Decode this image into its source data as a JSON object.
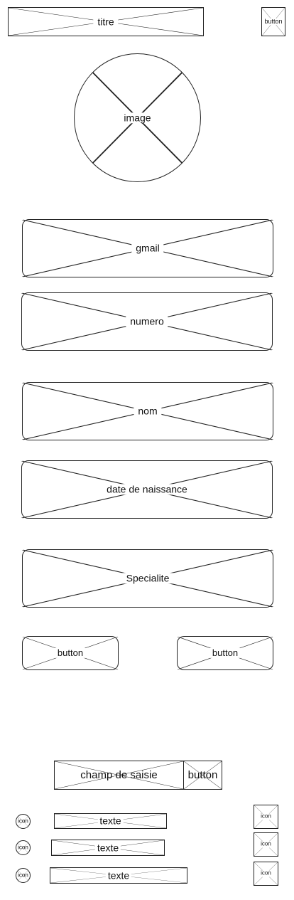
{
  "header": {
    "title": "titre",
    "button_label": "button"
  },
  "profile_image": {
    "label": "image"
  },
  "fields": {
    "gmail": "gmail",
    "numero": "numero",
    "nom": "nom",
    "date_naissance": "date de naissance",
    "specialite": "Specialite"
  },
  "actions": {
    "left_button": "button",
    "right_button": "button"
  },
  "search": {
    "input_label": "champ de saisie",
    "button_label": "button"
  },
  "list": {
    "items": [
      {
        "icon": "icon",
        "text": "texte",
        "action_icon": "icon"
      },
      {
        "icon": "icon",
        "text": "texte",
        "action_icon": "icon"
      },
      {
        "icon": "icon",
        "text": "texte",
        "action_icon": "icon"
      }
    ]
  }
}
